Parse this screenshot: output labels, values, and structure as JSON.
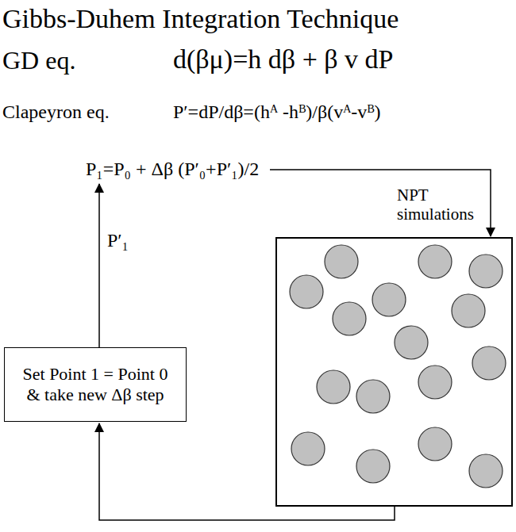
{
  "diagram": {
    "title": "Gibbs-Duhem Integration Technique",
    "nodes": [
      {
        "text": [
          "Set Point 1 = Point 0 & take new Δβ step"
        ]
      }
    ],
    "labels": [
      "GD eq.",
      "d(βμ)=h dβ + β v dP",
      "Clapeyron eq.",
      "P′=dP/dβ=(hᴬ -hᴮ)/β(vᴬ-vᴮ)",
      "P₁=P₀ + Δβ (P′₀+P′₁)/2",
      "P′₁",
      "NPT simulations"
    ]
  }
}
